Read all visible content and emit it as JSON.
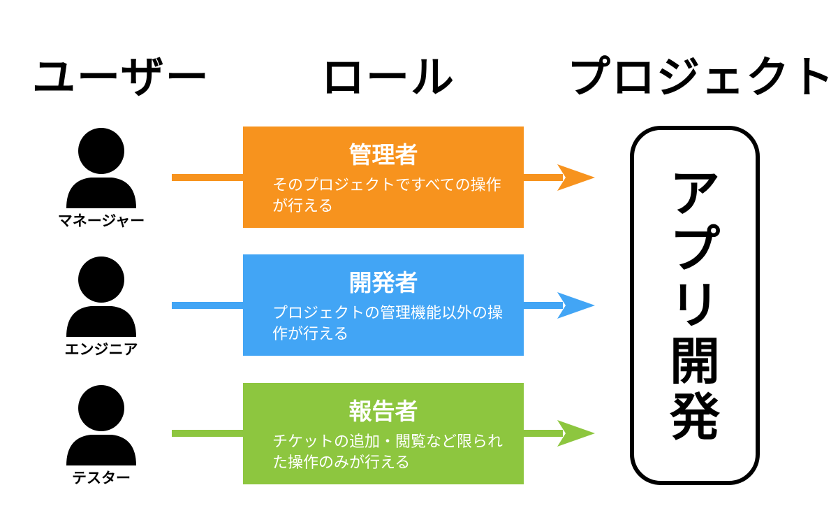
{
  "headings": {
    "user": "ユーザー",
    "role": "ロール",
    "project": "プロジェクト"
  },
  "users": [
    {
      "label": "マネージャー",
      "icon": "person-icon"
    },
    {
      "label": "エンジニア",
      "icon": "person-icon"
    },
    {
      "label": "テスター",
      "icon": "person-icon"
    }
  ],
  "roles": [
    {
      "title": "管理者",
      "description": "そのプロジェクトですべての操作が行える",
      "color": "#F7931E"
    },
    {
      "title": "開発者",
      "description": "プロジェクトの管理機能以外の操作が行える",
      "color": "#42A5F5"
    },
    {
      "title": "報告者",
      "description": "チケットの追加・閲覧など限られた操作のみが行える",
      "color": "#8DC63F"
    }
  ],
  "project": {
    "name": "アプリ開発"
  }
}
